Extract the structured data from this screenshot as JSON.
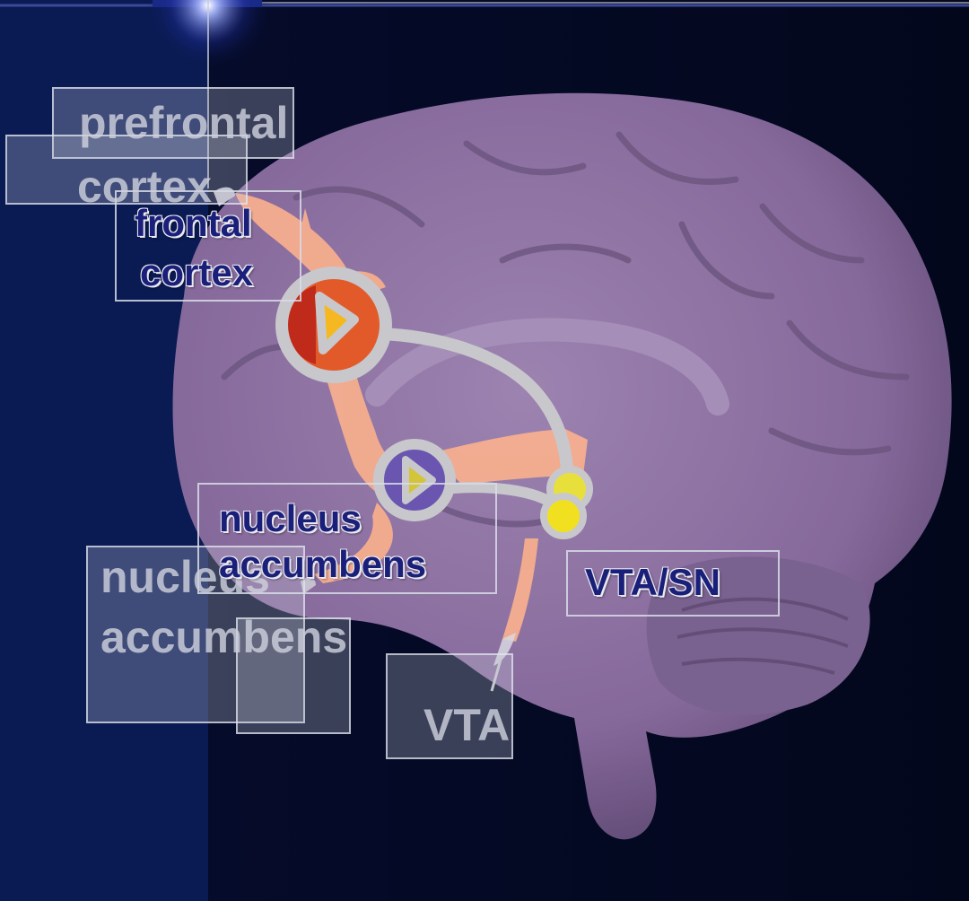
{
  "diagram": {
    "ghost_labels": {
      "prefrontal": "prefrontal",
      "cortex": "cortex",
      "nucleus": "nucleus",
      "accumbens": "accumbens",
      "vta": "VTA"
    },
    "labels": {
      "frontal": "frontal",
      "frontal_cortex": "cortex",
      "nucleus": "nucleus",
      "accumbens": "accumbens",
      "vta_sn": "VTA/SN"
    },
    "colors": {
      "background_dark": "#03071c",
      "background_panel": "#0a1a52",
      "brain": "#8a6f9e",
      "pathway": "#f9b08e",
      "frontal_neuron": "#d23a1e",
      "accumbens_neuron": "#6a56b0",
      "vta_neuron": "#e8e03a",
      "connector": "#c8c8cc",
      "label_text": "#1a1f7a"
    }
  }
}
